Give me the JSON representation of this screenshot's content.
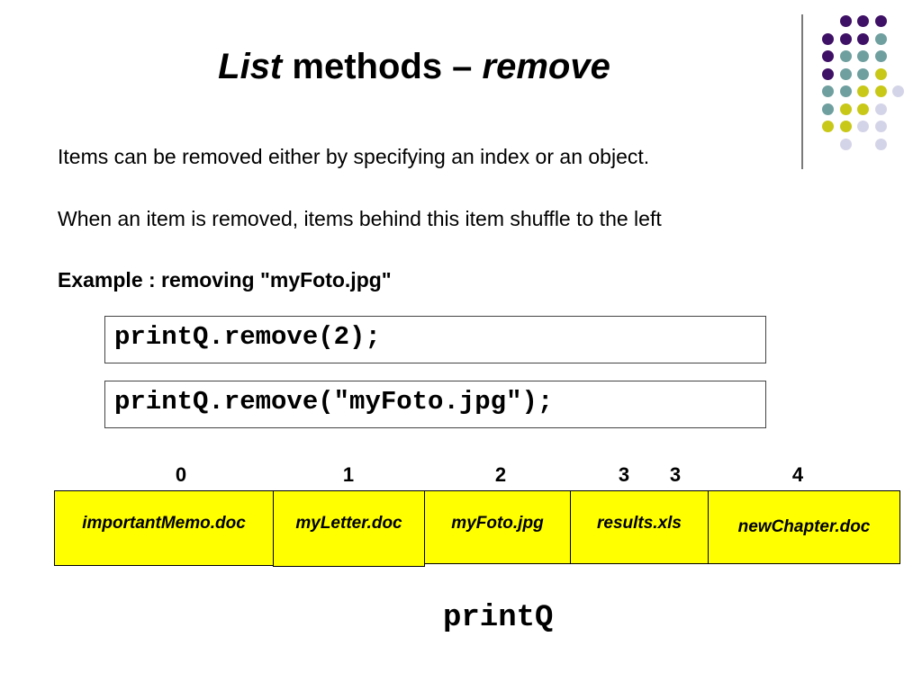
{
  "slide": {
    "title_part1": "List",
    "title_part2": " methods – ",
    "title_part3": "remove",
    "line1": "Items can be removed either by specifying an index or an object.",
    "line2": "When an item is removed, items behind this item shuffle to the left",
    "example_label": "Example : removing \"myFoto.jpg\"",
    "code1": "printQ.remove(2);",
    "code2": "printQ.remove(\"myFoto.jpg\");",
    "indices": [
      "0",
      "1",
      "2",
      "3",
      "3",
      "4"
    ],
    "items": [
      "importantMemo.doc",
      "myLetter.doc",
      "myFoto.jpg",
      "results.xls",
      "newChapter.doc"
    ],
    "queue_name": "printQ"
  },
  "colors": {
    "purple": "#3f1166",
    "teal": "#6f9f9f",
    "olive": "#c8c818",
    "lavender": "#d4d4e8",
    "cell_fill": "#ffff00"
  }
}
